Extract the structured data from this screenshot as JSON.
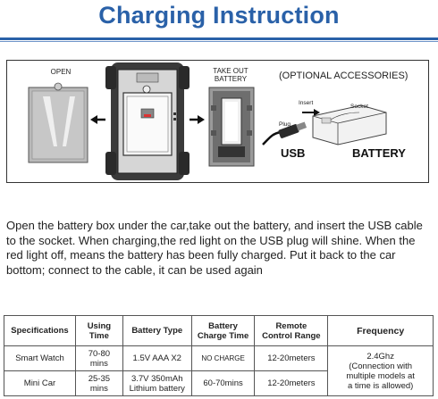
{
  "title": "Charging Instruction",
  "diagram": {
    "open_label": "OPEN",
    "take_out_label_line1": "TAKE OUT",
    "take_out_label_line2": "BATTERY",
    "optional_accessories": "(OPTIONAL ACCESSORIES)",
    "insert_label": "Insert",
    "socket_label": "Socket",
    "plug_label": "Plug",
    "usb_label": "USB",
    "battery_label": "BATTERY"
  },
  "description": "Open the battery box under the car,take out the battery, and insert the USB cable to the socket. When charging,the red light on the USB plug will shine. When the red light off, means the battery has been fully charged. Put it back to the car bottom; connect to the cable, it can be used again",
  "table": {
    "headers": {
      "specifications": "Specifications",
      "using_time_1": "Using",
      "using_time_2": "Time",
      "battery_type": "Battery Type",
      "charge_time_1": "Battery",
      "charge_time_2": "Charge Time",
      "control_range_1": "Remote",
      "control_range_2": "Control Range",
      "frequency": "Frequency"
    },
    "rows": [
      {
        "spec": "Smart Watch",
        "using_1": "70-80",
        "using_2": "mins",
        "battery": "1.5V AAA  X2",
        "charge": "NO CHARGE",
        "range": "12-20meters"
      },
      {
        "spec": "Mini Car",
        "using_1": "25-35",
        "using_2": "mins",
        "battery_1": "3.7V 350mAh",
        "battery_2": "Lithium battery",
        "charge": "60-70mins",
        "range": "12-20meters"
      }
    ],
    "frequency_lines": [
      "2.4Ghz",
      "(Connection with",
      "multiple models at",
      "a time is allowed)"
    ]
  }
}
